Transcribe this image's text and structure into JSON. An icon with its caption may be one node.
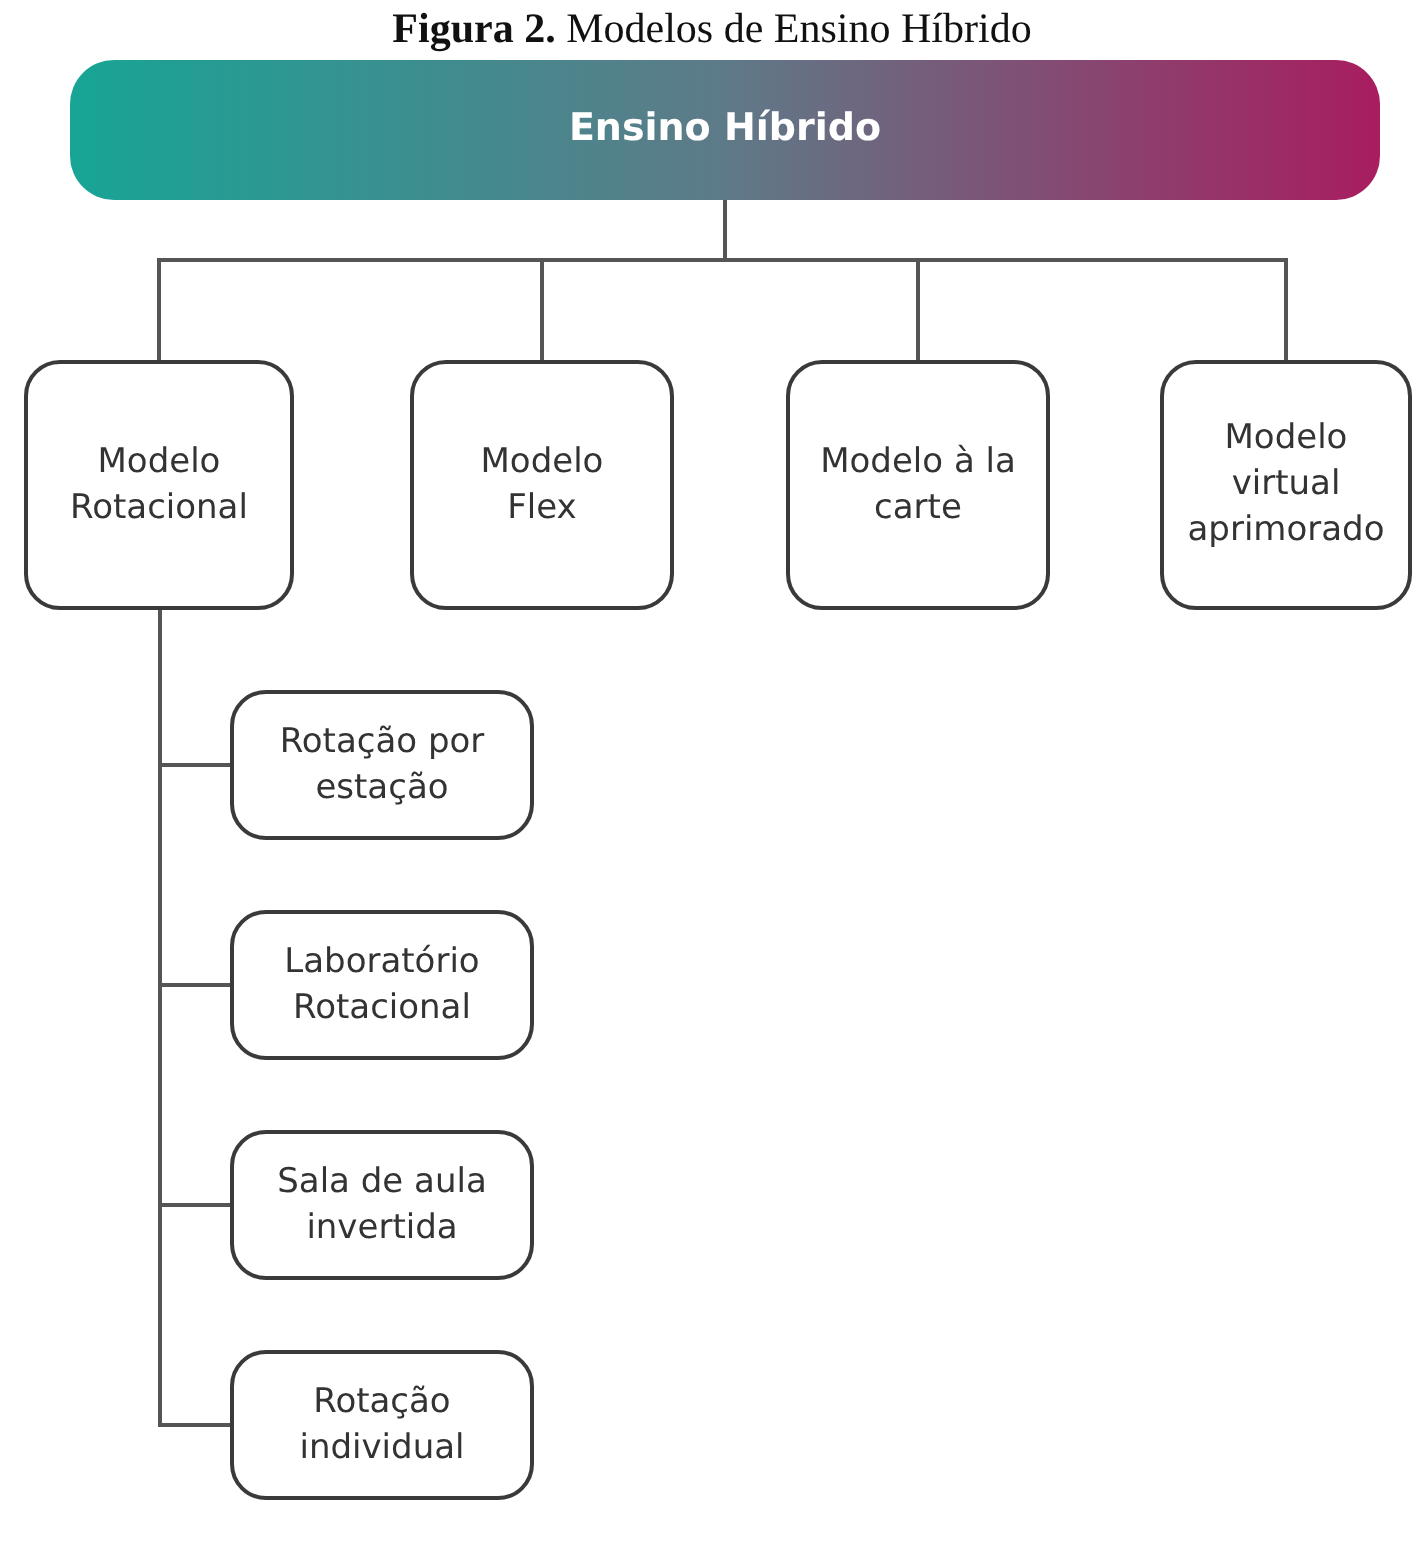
{
  "diagram": {
    "title": "**Figura 2.** Modelos de Ensino Híbrido",
    "nodes": [
      {
        "text": [
          "Ensino Híbrido"
        ]
      },
      {
        "text": [
          "Modelo Rotacional"
        ]
      },
      {
        "text": [
          "Modelo Flex"
        ]
      },
      {
        "text": [
          "Modelo à la carte"
        ]
      },
      {
        "text": [
          "Modelo virtual aprimorado"
        ]
      },
      {
        "text": [
          "Rotação por estação"
        ]
      },
      {
        "text": [
          "Laboratório Rotacional"
        ]
      },
      {
        "text": [
          "Sala de aula invertida"
        ]
      },
      {
        "text": [
          "Rotação individual"
        ]
      }
    ],
    "edges": [
      {
        "from": 0,
        "to": 1,
        "arrow": "none"
      },
      {
        "from": 0,
        "to": 2,
        "arrow": "none"
      },
      {
        "from": 0,
        "to": 3,
        "arrow": "none"
      },
      {
        "from": 0,
        "to": 4,
        "arrow": "none"
      },
      {
        "from": 1,
        "to": 5,
        "arrow": "none"
      },
      {
        "from": 1,
        "to": 6,
        "arrow": "none"
      },
      {
        "from": 1,
        "to": 7,
        "arrow": "none"
      },
      {
        "from": 1,
        "to": 8,
        "arrow": "none"
      }
    ]
  }
}
